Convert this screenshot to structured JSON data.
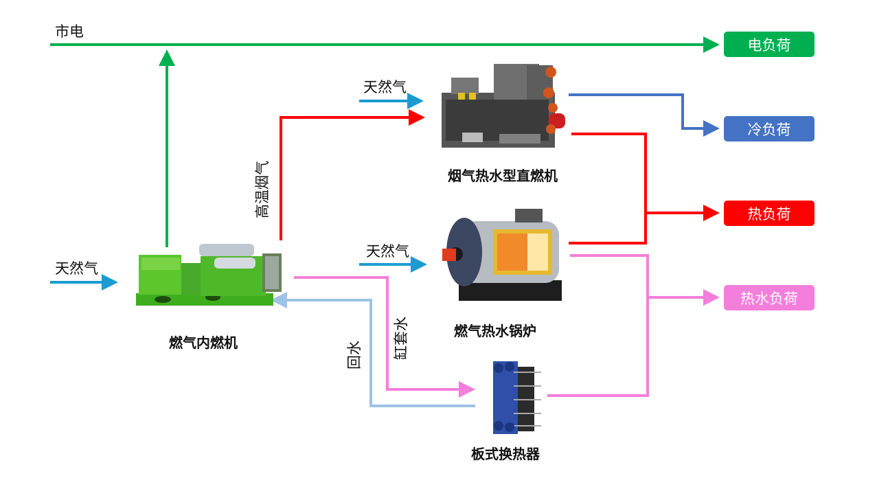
{
  "labels": {
    "grid": "市电",
    "natural_gas_engine": "天然气",
    "natural_gas_chiller": "天然气",
    "natural_gas_boiler": "天然气",
    "high_temp_flue_gas": "高温烟气",
    "jacket_water": "缸套水",
    "return_water": "回水"
  },
  "equipment": {
    "engine": "燃气内燃机",
    "chiller": "烟气热水型直燃机",
    "boiler": "燃气热水锅炉",
    "plate_hx": "板式换热器"
  },
  "loads": {
    "electric": {
      "label": "电负荷",
      "color": "#00B050"
    },
    "cooling": {
      "label": "冷负荷",
      "color": "#4472C4"
    },
    "heating": {
      "label": "热负荷",
      "color": "#FF0000"
    },
    "hot_water": {
      "label": "热水负荷",
      "color": "#F47EDB"
    }
  },
  "colors": {
    "electric": "#00B050",
    "gas": "#1B9BD1",
    "flue": "#FF0000",
    "cooling": "#4472C4",
    "hot_water": "#F47EDB",
    "return": "#9DC3E6"
  }
}
